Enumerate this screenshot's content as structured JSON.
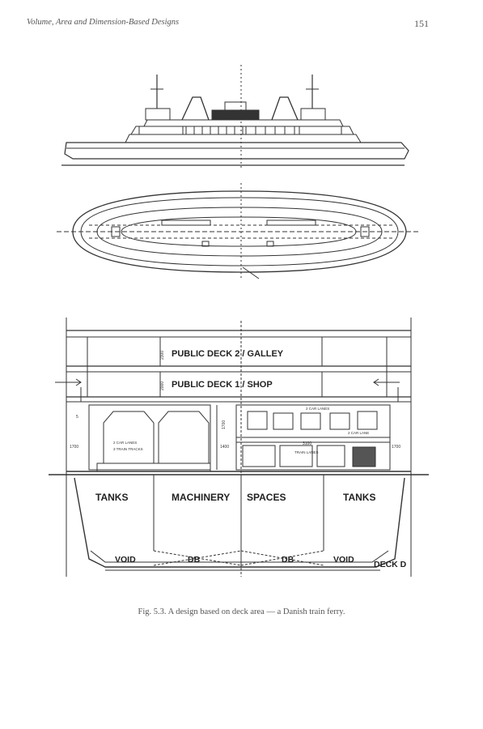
{
  "header": {
    "running_title": "Volume, Area and Dimension-Based Designs",
    "page_number": "151"
  },
  "figure": {
    "caption": "Fig. 5.3. A design based on deck area — a Danish train ferry.",
    "labels": {
      "public_deck_2": "PUBLIC DECK 2 / GALLEY",
      "public_deck_1": "PUBLIC DECK 1 / SHOP",
      "tanks_left": "TANKS",
      "machinery": "MACHINERY",
      "spaces": "SPACES",
      "tanks_right": "TANKS",
      "void_left": "VOID",
      "db_left": "DB",
      "db_right": "DB",
      "void_right": "VOID",
      "deck": "DECK D"
    },
    "dims": {
      "d2300": "2300",
      "d2000": "2000",
      "d1700": "1700",
      "d1400": "1400",
      "d3100": "3100",
      "d1700b": "1700",
      "d1700c": "1700",
      "d5": "5"
    },
    "small_labels": {
      "car_lanes": "2 CAR LANES",
      "train_tracks": "3 TRAIN TRACKS",
      "car_lane_top": "2 CAR LANES",
      "car_lane_r": "2 CAR LANE",
      "train_lanes": "TRAIN LANES"
    }
  }
}
